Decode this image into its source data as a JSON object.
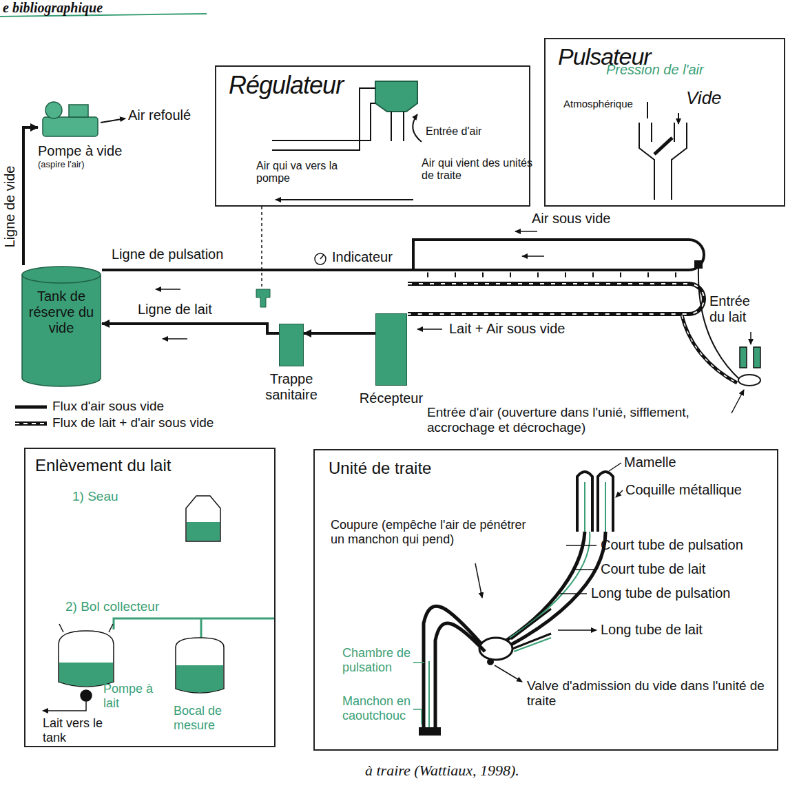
{
  "diagram": {
    "caption": "à traire (Wattiaux, 1998).",
    "nodes": [
      {
        "text": [
          "Pompe à vide",
          "(aspire l'air)"
        ]
      },
      {
        "text": [
          "Régulateur"
        ]
      },
      {
        "text": [
          "Pulsateur"
        ]
      },
      {
        "text": [
          "Tank de réserve du vide"
        ]
      },
      {
        "text": [
          "Trappe sanitaire"
        ]
      },
      {
        "text": [
          "Récepteur"
        ]
      },
      {
        "text": [
          "Enlèvement du lait"
        ]
      },
      {
        "text": [
          "Unité de traite"
        ]
      }
    ],
    "edges": [
      {
        "from": 3,
        "to": 0,
        "arrow": "to",
        "label": "Ligne de vide"
      },
      {
        "from": 5,
        "to": 4,
        "arrow": "to"
      },
      {
        "from": 4,
        "to": 3,
        "arrow": "to"
      }
    ],
    "labels": [
      "e bibliographique",
      "Air refoulé",
      "Entrée d'air",
      "Air qui va vers la pompe",
      "Air qui vient des unités de traite",
      "Pression de l'air",
      "Atmosphérique",
      "Vide",
      "Indicateur",
      "Air sous vide",
      "Ligne de pulsation",
      "Ligne de lait",
      "Lait + Air sous vide",
      "Entrée du lait",
      "Entrée d'air (ouverture dans l'unié, sifflement, accrochage et décrochage)",
      "1) Seau",
      "2) Bol collecteur",
      "Pompe à lait",
      "Bocal de mesure",
      "Lait vers le tank",
      "Mamelle",
      "Coquille métallique",
      "Coupure (empêche l'air de pénétrer un manchon qui pend)",
      "Court tube de pulsation",
      "Court tube de lait",
      "Long tube de pulsation",
      "Long tube de lait",
      "Chambre de pulsation",
      "Manchon en caoutchouc",
      "Valve d'admission du vide dans l'unité de traite"
    ],
    "legend": [
      {
        "text": "Flux d'air sous vide"
      },
      {
        "text": "Flux de lait + d'air sous vide"
      }
    ]
  }
}
